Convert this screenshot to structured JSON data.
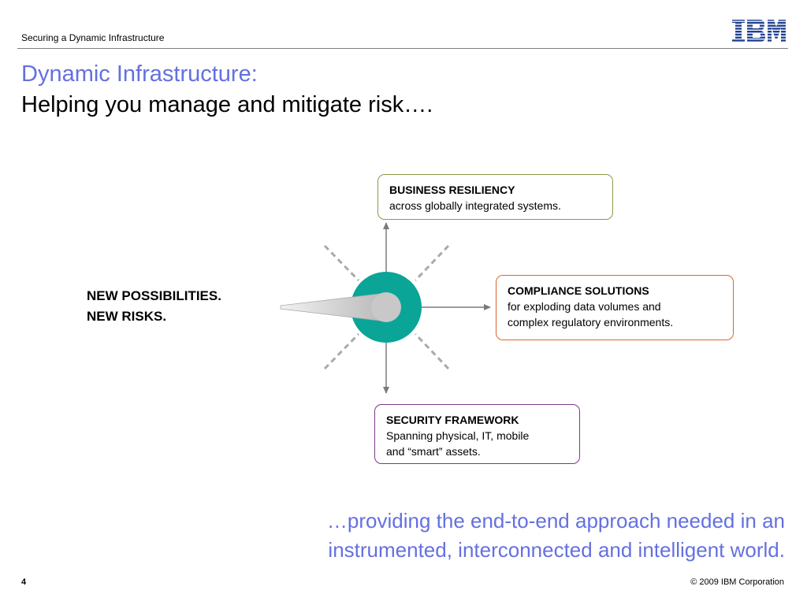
{
  "header": {
    "title": "Securing a Dynamic Infrastructure",
    "logo_text": "IBM"
  },
  "slide": {
    "title_line1": "Dynamic Infrastructure:",
    "title_line2": "Helping you manage and mitigate risk…."
  },
  "diagram": {
    "left_label": "NEW POSSIBILITIES.\nNEW RISKS.",
    "boxes": [
      {
        "title": "BUSINESS RESILIENCY",
        "description": "across globally integrated systems.",
        "border_color": "#8a9a4a"
      },
      {
        "title": "COMPLIANCE SOLUTIONS",
        "description": "for exploding data volumes and\ncomplex regulatory environments.",
        "border_color": "#d9682a"
      },
      {
        "title": "SECURITY FRAMEWORK",
        "description": "Spanning physical, IT, mobile\nand “smart” assets.",
        "border_color": "#7b3a8a"
      }
    ],
    "hub_color": "#0aa597",
    "hub_center_color": "#c8c8c8"
  },
  "footer": {
    "tagline": "…providing the end-to-end approach needed in an\ninstrumented, interconnected and intelligent world.",
    "page_number": "4",
    "copyright": "© 2009 IBM Corporation"
  },
  "colors": {
    "accent_blue": "#6470e0",
    "rule_gray": "#7f7f7f",
    "logo_blue": "#1f3f8f"
  }
}
